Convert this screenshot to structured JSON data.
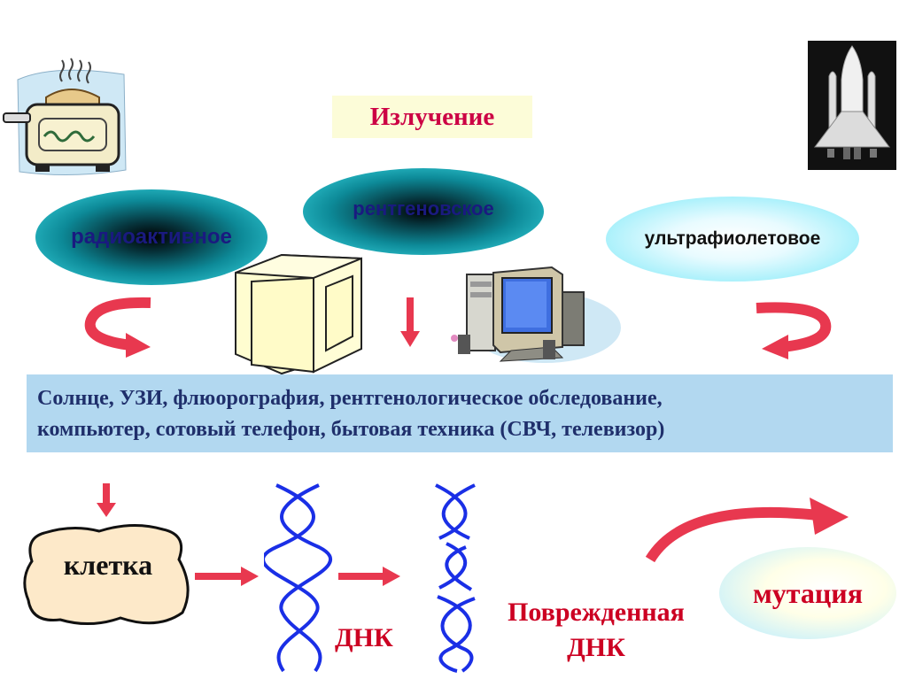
{
  "title": "Излучение",
  "radiation_types": {
    "radioactive": "радиоактивное",
    "xray": "рентгеновское",
    "ultraviolet": "ультрафиолетовое"
  },
  "sources": {
    "line1": "Солнце, УЗИ, флюорография, рентгенологическое обследование,",
    "line2": "компьютер, сотовый телефон, бытовая техника (СВЧ, телевизор)"
  },
  "cell_label": "клетка",
  "dna_label": "ДНК",
  "damaged_dna_label_line1": "Поврежденная",
  "damaged_dna_label_line2": "ДНК",
  "mutation_label": "мутация",
  "colors": {
    "accent_red": "#e8384f",
    "text_red": "#cc0022",
    "dna_blue": "#1a2fe6",
    "info_box_bg": "#b2d8f0",
    "cell_fill": "#fde9c9"
  },
  "icons": [
    "toaster-icon",
    "space-shuttle-icon",
    "tv-monitor-icon",
    "desktop-computer-icon"
  ]
}
